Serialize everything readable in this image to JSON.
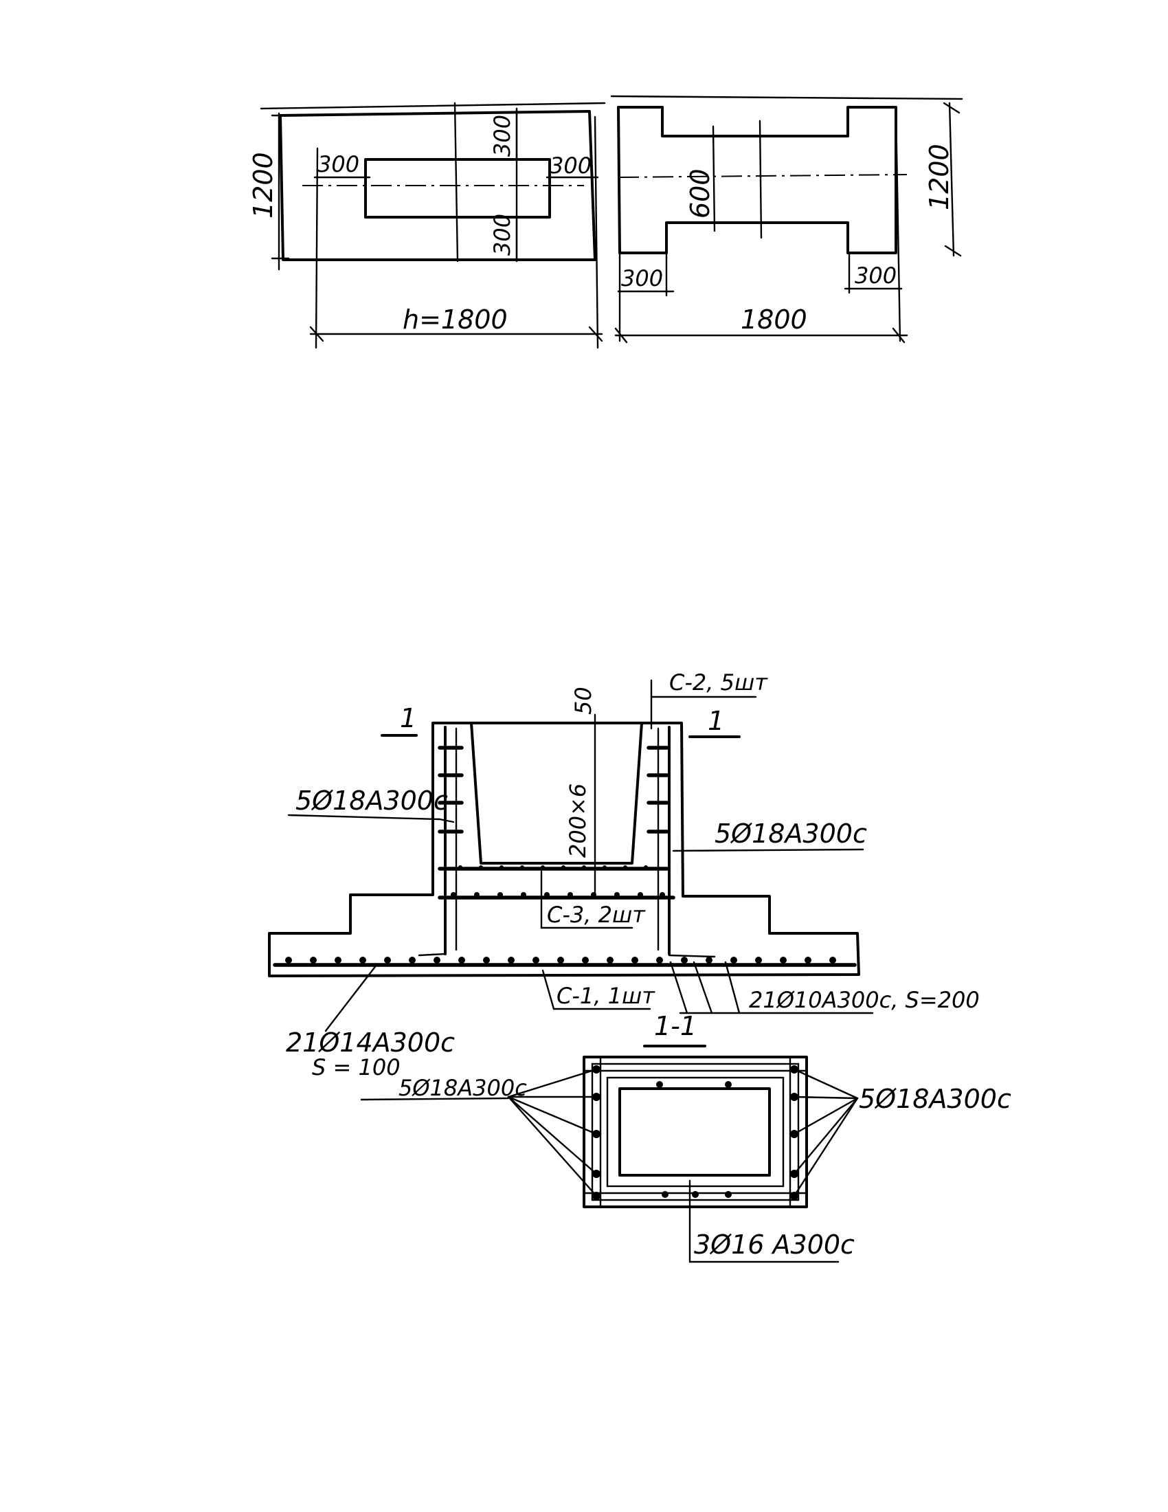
{
  "plan_hollow": {
    "dim_height": "1200",
    "dim_left": "300",
    "dim_right": "300",
    "dim_top": "300",
    "dim_bottom": "300",
    "dim_width": "h=1800"
  },
  "plan_ibeam": {
    "dim_height": "1200",
    "dim_web": "600",
    "dim_flange_left": "300",
    "dim_flange_right": "300",
    "dim_width": "1800"
  },
  "elevation": {
    "section_left": "1",
    "section_right": "1",
    "top_cover": "50",
    "mesh_c2": "C-2, 5шт",
    "bars_left": "5Ø18A300c",
    "bars_right": "5Ø18A300c",
    "spacing": "200×6",
    "mesh_c3": "C-3, 2шт",
    "mesh_c1": "C-1, 1шт",
    "bars_bottom_right": "21Ø10A300c, S=200",
    "bars_bottom_left": "21Ø14A300c",
    "bars_bottom_left_spacing": "S = 100"
  },
  "section": {
    "title": "1-1",
    "bars_left": "5Ø18A300c",
    "bars_right": "5Ø18A300c",
    "bars_bottom": "3Ø16 A300c"
  }
}
